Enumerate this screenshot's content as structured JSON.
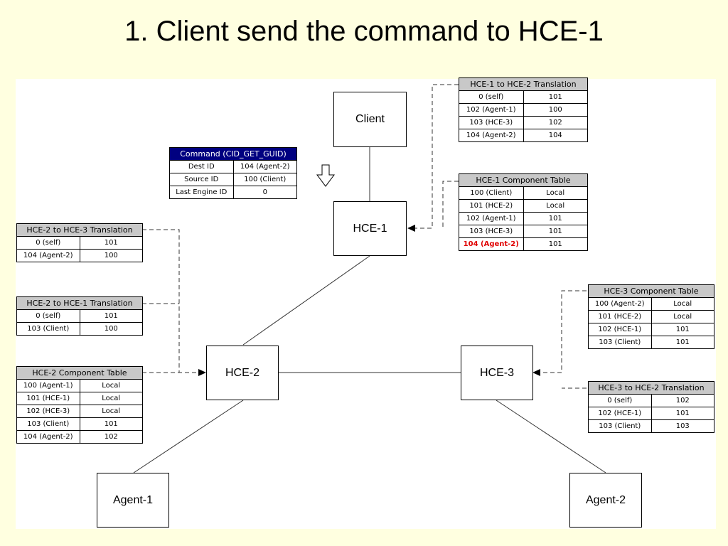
{
  "title": "1. Client send the command to HCE-1",
  "nodes": {
    "client": "Client",
    "hce1": "HCE-1",
    "hce2": "HCE-2",
    "hce3": "HCE-3",
    "agent1": "Agent-1",
    "agent2": "Agent-2"
  },
  "command_table": {
    "title": "Command (CID_GET_GUID)",
    "rows": [
      [
        "Dest ID",
        "104 (Agent-2)"
      ],
      [
        "Source ID",
        "100 (Client)"
      ],
      [
        "Last Engine ID",
        "0"
      ]
    ]
  },
  "hce1_to_hce2": {
    "title": "HCE-1 to HCE-2 Translation",
    "rows": [
      [
        "0 (self)",
        "101"
      ],
      [
        "102 (Agent-1)",
        "100"
      ],
      [
        "103 (HCE-3)",
        "102"
      ],
      [
        "104 (Agent-2)",
        "104"
      ]
    ]
  },
  "hce1_component": {
    "title": "HCE-1 Component Table",
    "rows": [
      [
        "100 (Client)",
        "Local"
      ],
      [
        "101 (HCE-2)",
        "Local"
      ],
      [
        "102 (Agent-1)",
        "101"
      ],
      [
        "103 (HCE-3)",
        "101"
      ],
      [
        "104 (Agent-2)",
        "101"
      ]
    ],
    "highlight_row": 4,
    "highlight_color": "#e00000"
  },
  "hce2_to_hce3": {
    "title": "HCE-2 to HCE-3 Translation",
    "rows": [
      [
        "0 (self)",
        "101"
      ],
      [
        "104 (Agent-2)",
        "100"
      ]
    ]
  },
  "hce2_to_hce1": {
    "title": "HCE-2 to HCE-1 Translation",
    "rows": [
      [
        "0 (self)",
        "101"
      ],
      [
        "103 (Client)",
        "100"
      ]
    ]
  },
  "hce2_component": {
    "title": "HCE-2 Component Table",
    "rows": [
      [
        "100 (Agent-1)",
        "Local"
      ],
      [
        "101 (HCE-1)",
        "Local"
      ],
      [
        "102 (HCE-3)",
        "Local"
      ],
      [
        "103 (Client)",
        "101"
      ],
      [
        "104 (Agent-2)",
        "102"
      ]
    ]
  },
  "hce3_component": {
    "title": "HCE-3 Component Table",
    "rows": [
      [
        "100 (Agent-2)",
        "Local"
      ],
      [
        "101 (HCE-2)",
        "Local"
      ],
      [
        "102 (HCE-1)",
        "101"
      ],
      [
        "103 (Client)",
        "101"
      ]
    ]
  },
  "hce3_to_hce2": {
    "title": "HCE-3 to HCE-2 Translation",
    "rows": [
      [
        "0 (self)",
        "102"
      ],
      [
        "102 (HCE-1)",
        "101"
      ],
      [
        "103 (Client)",
        "103"
      ]
    ]
  }
}
